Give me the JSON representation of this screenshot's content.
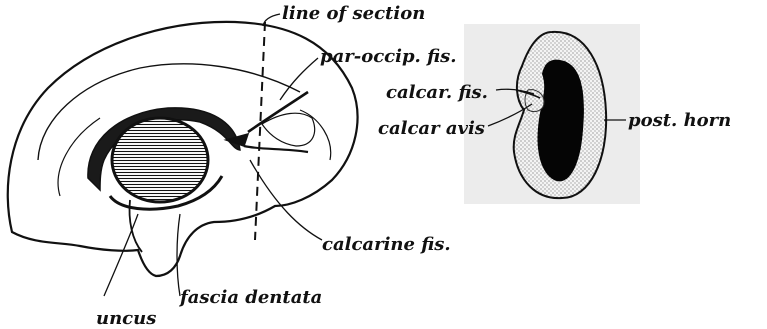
{
  "figure": {
    "ink_color": "#111111",
    "background_color": "#ffffff",
    "section_shade_color": "#ececec",
    "horn_color": "#050505",
    "labels": {
      "line_of_section": "line of section",
      "par_occip_fis": "par-occip. fis.",
      "calcarine_fis": "calcarine fis.",
      "fascia_dentata": "fascia dentata",
      "uncus": "uncus",
      "calcar_fis": "calcar. fis.",
      "calcar_avis": "calcar avis",
      "post_horn": "post. horn"
    }
  }
}
